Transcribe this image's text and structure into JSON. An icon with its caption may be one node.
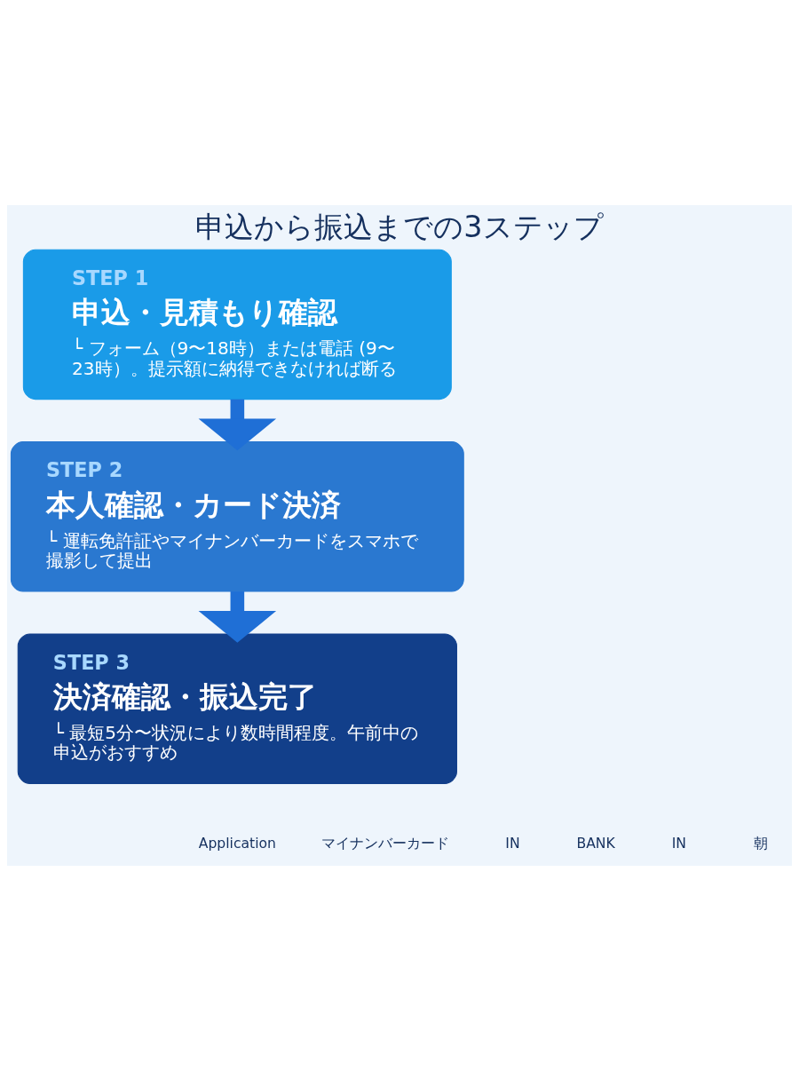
{
  "diagram": {
    "title": "申込から振込までの3ステップ",
    "nodes": [
      {
        "text": [
          "STEP 1",
          "申込・見積もり確認",
          "└ フォーム（9〜18時）または電話 (9〜23時）。提示額に納得できなければ断る"
        ]
      },
      {
        "text": [
          "STEP 2",
          "本人確認・カード決済",
          "└ 運転免許証やマイナンバーカードをスマホで撮影して提出"
        ]
      },
      {
        "text": [
          "STEP 3",
          "決済確認・振込完了",
          "└ 最短5分〜状況により数時間程度。午前中の申込がおすすめ"
        ]
      }
    ],
    "edges": [
      {
        "from": 0,
        "to": 1,
        "arrow": "to"
      },
      {
        "from": 1,
        "to": 2,
        "arrow": "to"
      }
    ],
    "labels": [
      "Application",
      "マイナンバーカード",
      "IN",
      "BANK",
      "IN",
      "朝"
    ]
  }
}
